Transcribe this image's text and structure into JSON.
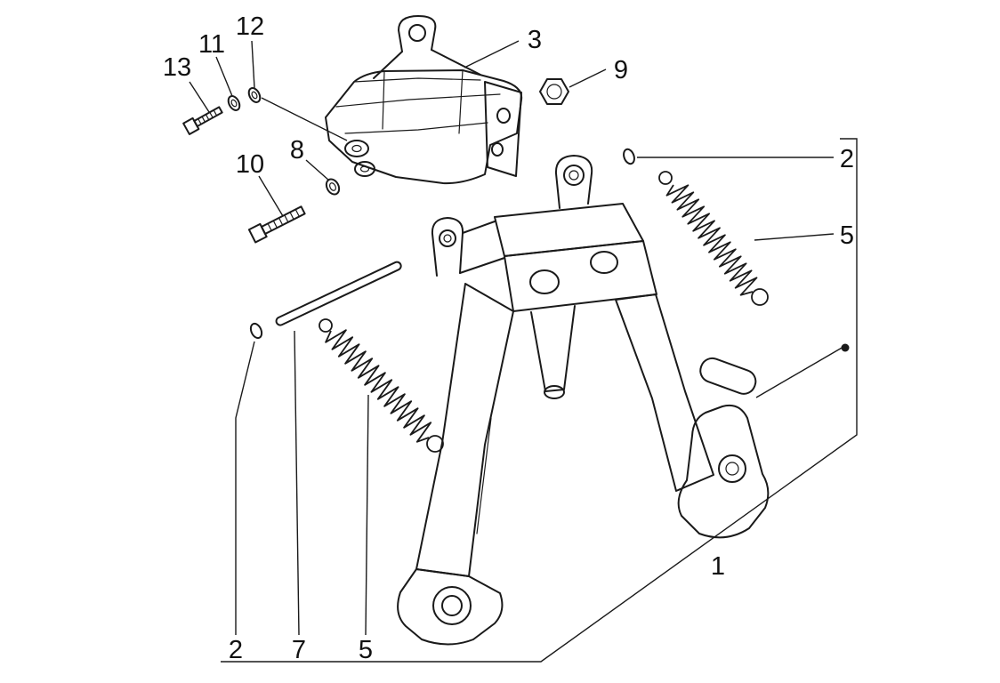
{
  "diagram": {
    "kind": "exploded-parts-diagram",
    "subject": "center-stand-assembly",
    "background": "#ffffff",
    "line_color": "#1a1a1a"
  },
  "callouts": [
    {
      "id": "13",
      "label": "13"
    },
    {
      "id": "11",
      "label": "11"
    },
    {
      "id": "12",
      "label": "12"
    },
    {
      "id": "3",
      "label": "3"
    },
    {
      "id": "9",
      "label": "9"
    },
    {
      "id": "10",
      "label": "10"
    },
    {
      "id": "8",
      "label": "8"
    },
    {
      "id": "2-right",
      "label": "2"
    },
    {
      "id": "5-right",
      "label": "5"
    },
    {
      "id": "1",
      "label": "1"
    },
    {
      "id": "2-bottom",
      "label": "2"
    },
    {
      "id": "7-bottom",
      "label": "7"
    },
    {
      "id": "5-bottom",
      "label": "5"
    }
  ]
}
